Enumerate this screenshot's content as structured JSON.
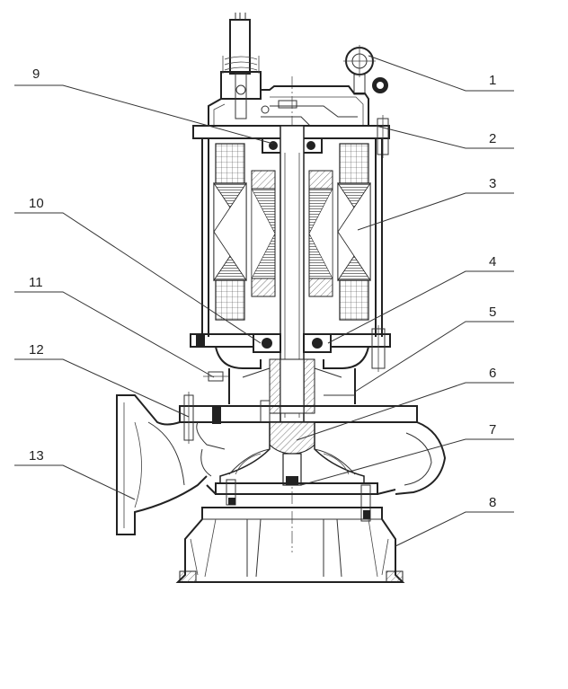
{
  "callouts": [
    {
      "num": "1"
    },
    {
      "num": "2"
    },
    {
      "num": "3"
    },
    {
      "num": "4"
    },
    {
      "num": "5"
    },
    {
      "num": "6"
    },
    {
      "num": "7"
    },
    {
      "num": "8"
    },
    {
      "num": "9"
    },
    {
      "num": "10"
    },
    {
      "num": "11"
    },
    {
      "num": "12"
    },
    {
      "num": "13"
    }
  ]
}
